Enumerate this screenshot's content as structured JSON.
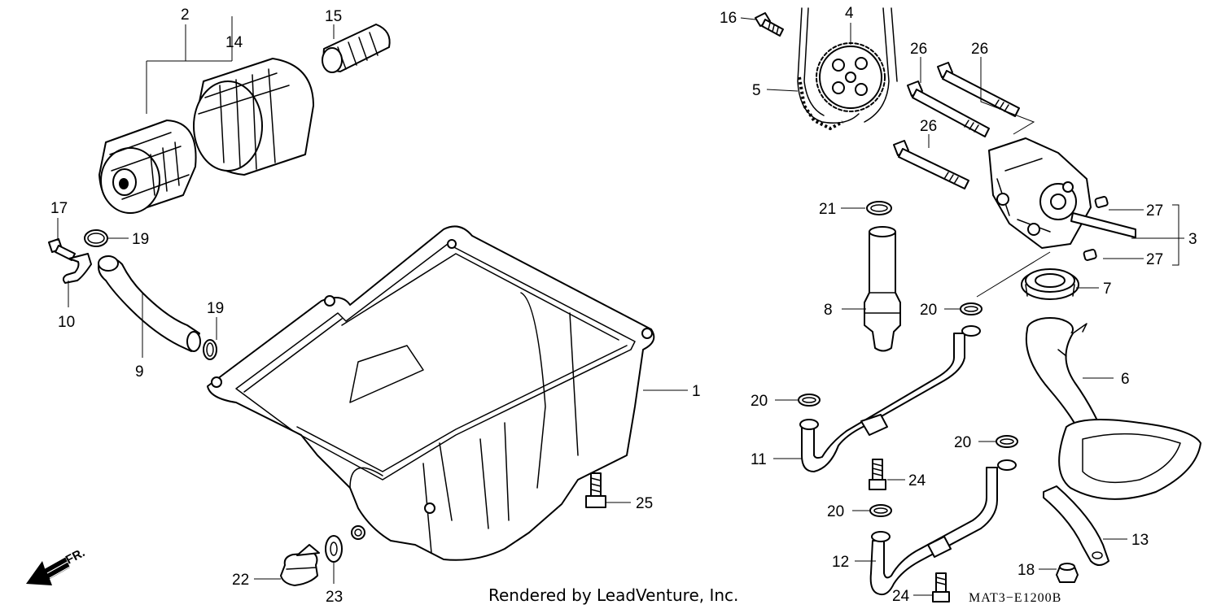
{
  "diagram": {
    "callouts": [
      {
        "id": "c2",
        "text": "2"
      },
      {
        "id": "c14",
        "text": "14"
      },
      {
        "id": "c15",
        "text": "15"
      },
      {
        "id": "c16",
        "text": "16"
      },
      {
        "id": "c4",
        "text": "4"
      },
      {
        "id": "c5",
        "text": "5"
      },
      {
        "id": "c26a",
        "text": "26"
      },
      {
        "id": "c26b",
        "text": "26"
      },
      {
        "id": "c26c",
        "text": "26"
      },
      {
        "id": "c21",
        "text": "21"
      },
      {
        "id": "c27a",
        "text": "27"
      },
      {
        "id": "c3",
        "text": "3"
      },
      {
        "id": "c27b",
        "text": "27"
      },
      {
        "id": "c7",
        "text": "7"
      },
      {
        "id": "c17",
        "text": "17"
      },
      {
        "id": "c19a",
        "text": "19"
      },
      {
        "id": "c10",
        "text": "10"
      },
      {
        "id": "c19b",
        "text": "19"
      },
      {
        "id": "c9",
        "text": "9"
      },
      {
        "id": "c8",
        "text": "8"
      },
      {
        "id": "c20a",
        "text": "20"
      },
      {
        "id": "c1",
        "text": "1"
      },
      {
        "id": "c6",
        "text": "6"
      },
      {
        "id": "c20b",
        "text": "20"
      },
      {
        "id": "c11",
        "text": "11"
      },
      {
        "id": "c24a",
        "text": "24"
      },
      {
        "id": "c20c",
        "text": "20"
      },
      {
        "id": "c25",
        "text": "25"
      },
      {
        "id": "c20d",
        "text": "20"
      },
      {
        "id": "c13",
        "text": "13"
      },
      {
        "id": "c12",
        "text": "12"
      },
      {
        "id": "c18",
        "text": "18"
      },
      {
        "id": "c22",
        "text": "22"
      },
      {
        "id": "c23",
        "text": "23"
      },
      {
        "id": "c24b",
        "text": "24"
      }
    ],
    "direction_label": "FR.",
    "credit": "Rendered by LeadVenture, Inc.",
    "diagram_code": "MAT3−E1200B"
  }
}
